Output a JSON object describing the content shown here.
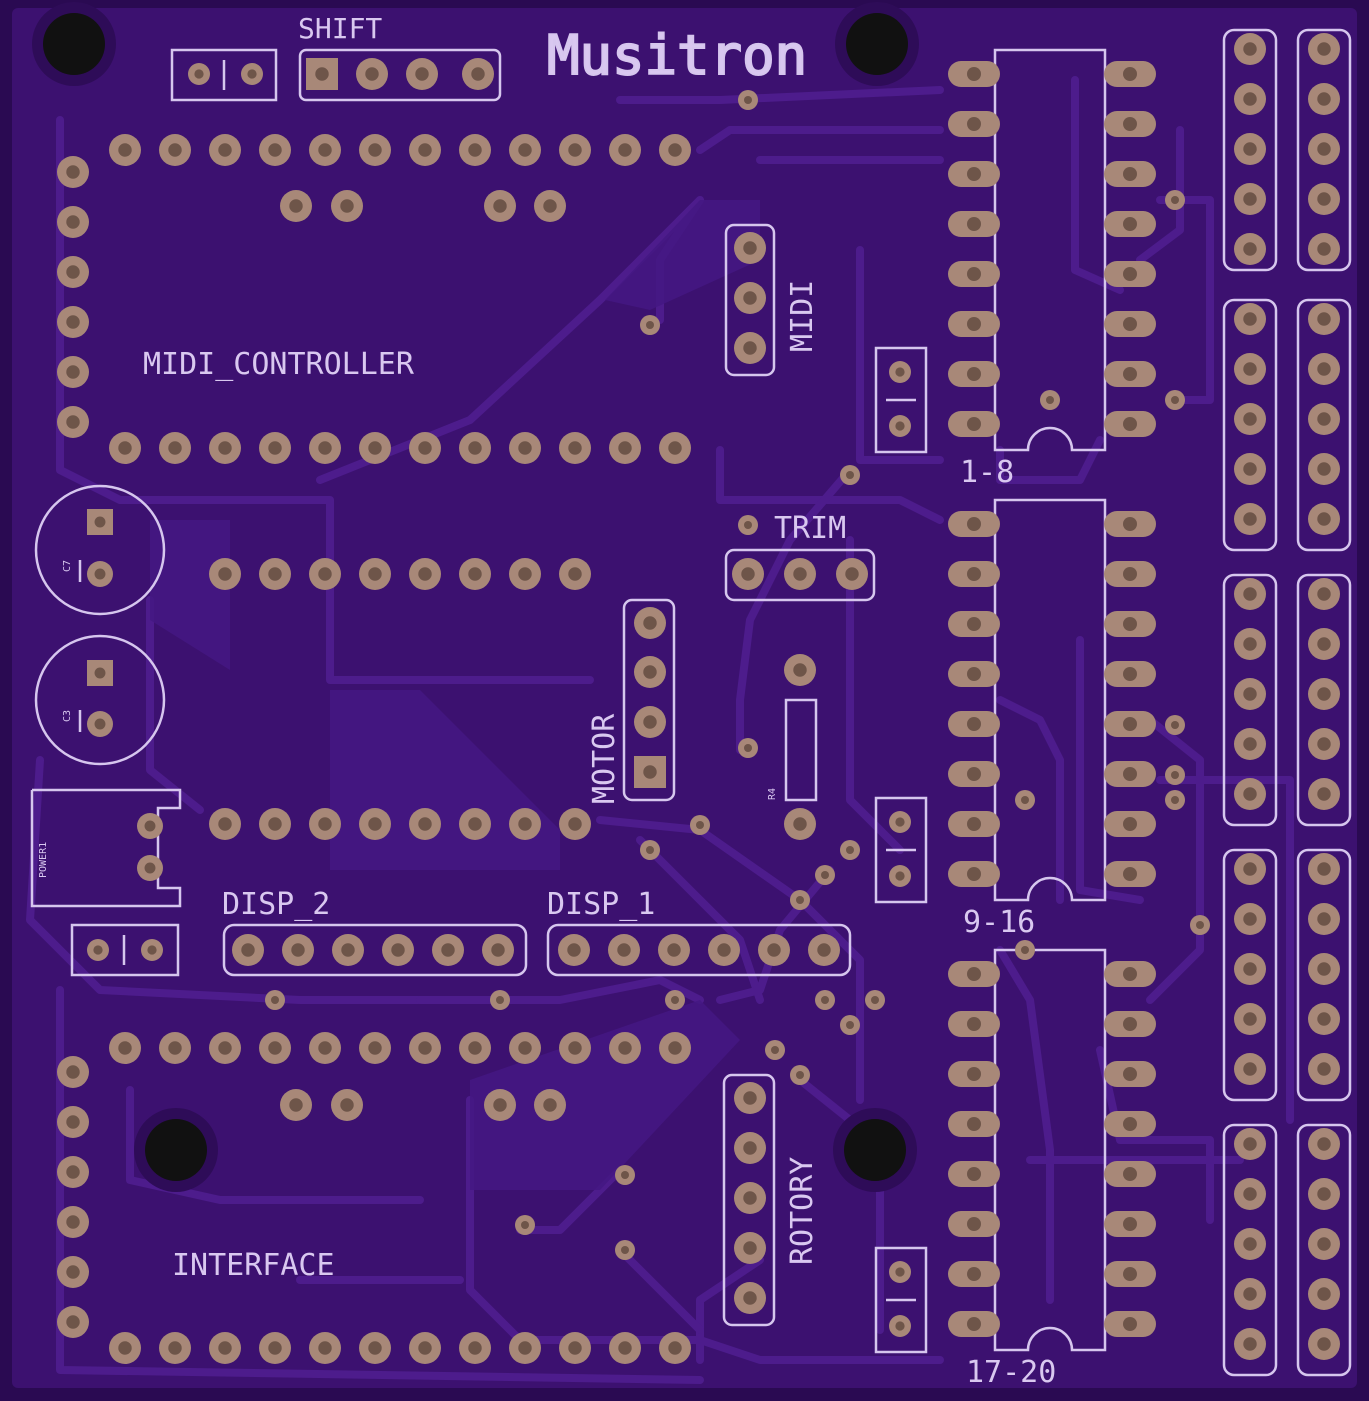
{
  "colors": {
    "board": "#3c1170",
    "board_edge": "#2a0a52",
    "trace": "#4a1a86",
    "silk": "#d6c6ee",
    "pad": "#a88878",
    "pad_ring": "#c0a090",
    "hole": "#111111"
  },
  "title": "Musitron",
  "labels": {
    "shift": "SHIFT",
    "midi_controller": "MIDI_CONTROLLER",
    "midi": "MIDI",
    "trim": "TRIM",
    "motor": "MOTOR",
    "disp_2": "DISP_2",
    "disp_1": "DISP_1",
    "interface": "INTERFACE",
    "rotory": "ROTORY",
    "chip_1_8": "1-8",
    "chip_9_16": "9-16",
    "chip_17_20": "17-20",
    "c7": "C7",
    "c3": "C3",
    "r4": "R4",
    "power1": "POWER1"
  }
}
